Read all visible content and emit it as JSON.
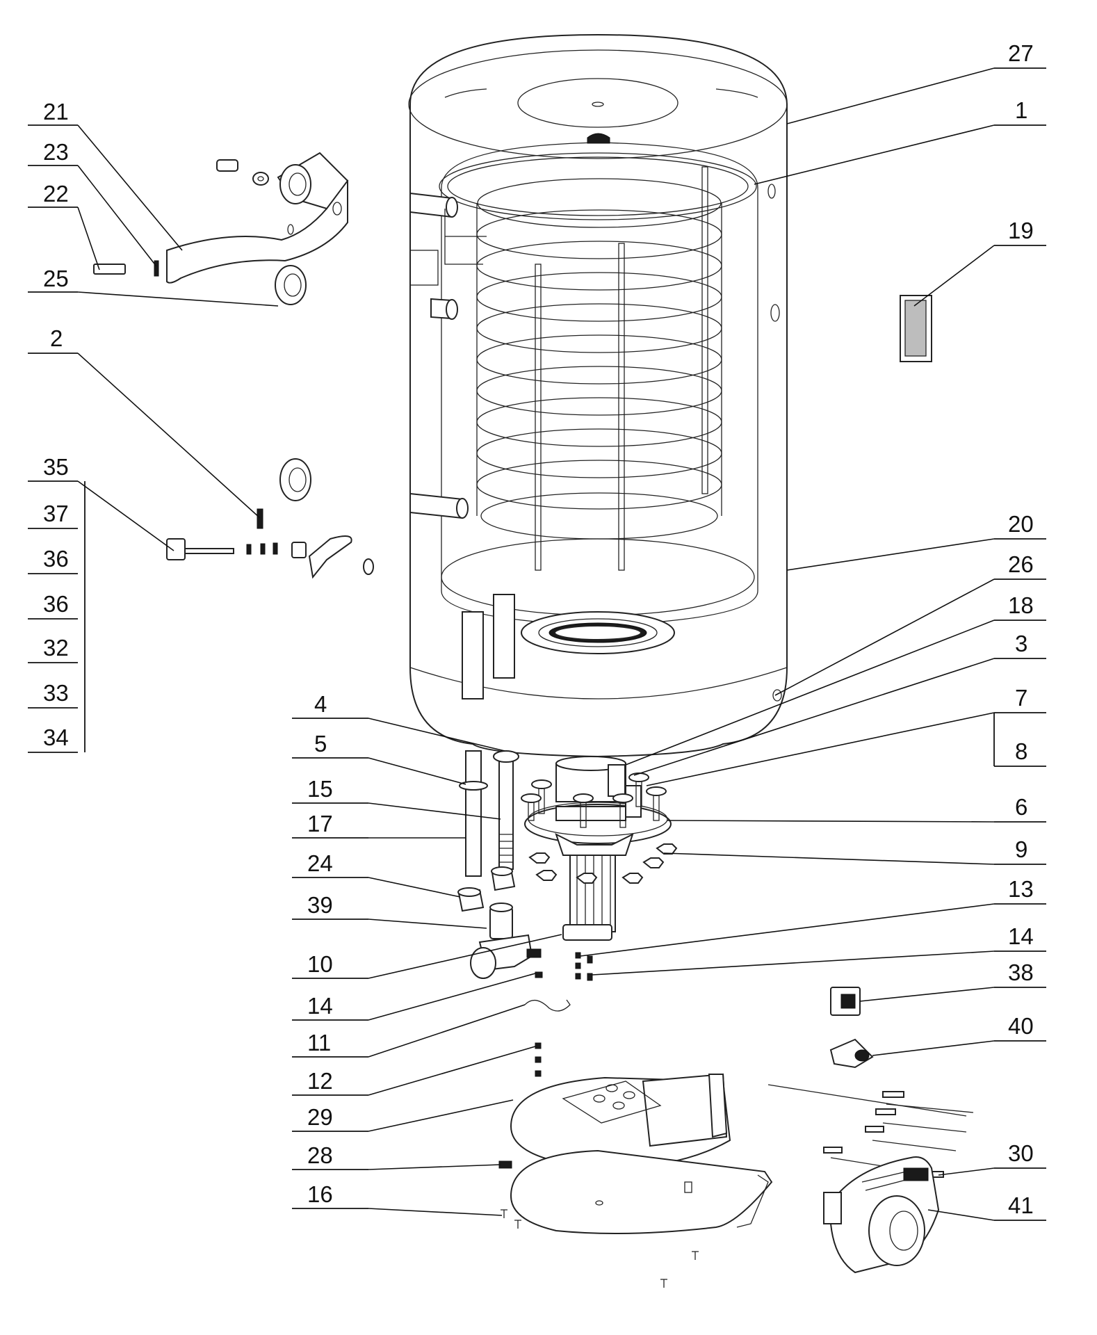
{
  "callouts": {
    "p21": "21",
    "p23": "23",
    "p22": "22",
    "p25": "25",
    "p2": "2",
    "p35": "35",
    "p37": "37",
    "p36a": "36",
    "p36b": "36",
    "p32": "32",
    "p33": "33",
    "p34": "34",
    "p4": "4",
    "p5": "5",
    "p15": "15",
    "p17": "17",
    "p24": "24",
    "p39": "39",
    "p10": "10",
    "p14a": "14",
    "p11": "11",
    "p12": "12",
    "p29": "29",
    "p28": "28",
    "p16": "16",
    "p27": "27",
    "p1": "1",
    "p19": "19",
    "p20": "20",
    "p26": "26",
    "p18": "18",
    "p3": "3",
    "p7": "7",
    "p8": "8",
    "p6": "6",
    "p9": "9",
    "p13": "13",
    "p14b": "14",
    "p38": "38",
    "p40": "40",
    "p30": "30",
    "p41": "41"
  }
}
